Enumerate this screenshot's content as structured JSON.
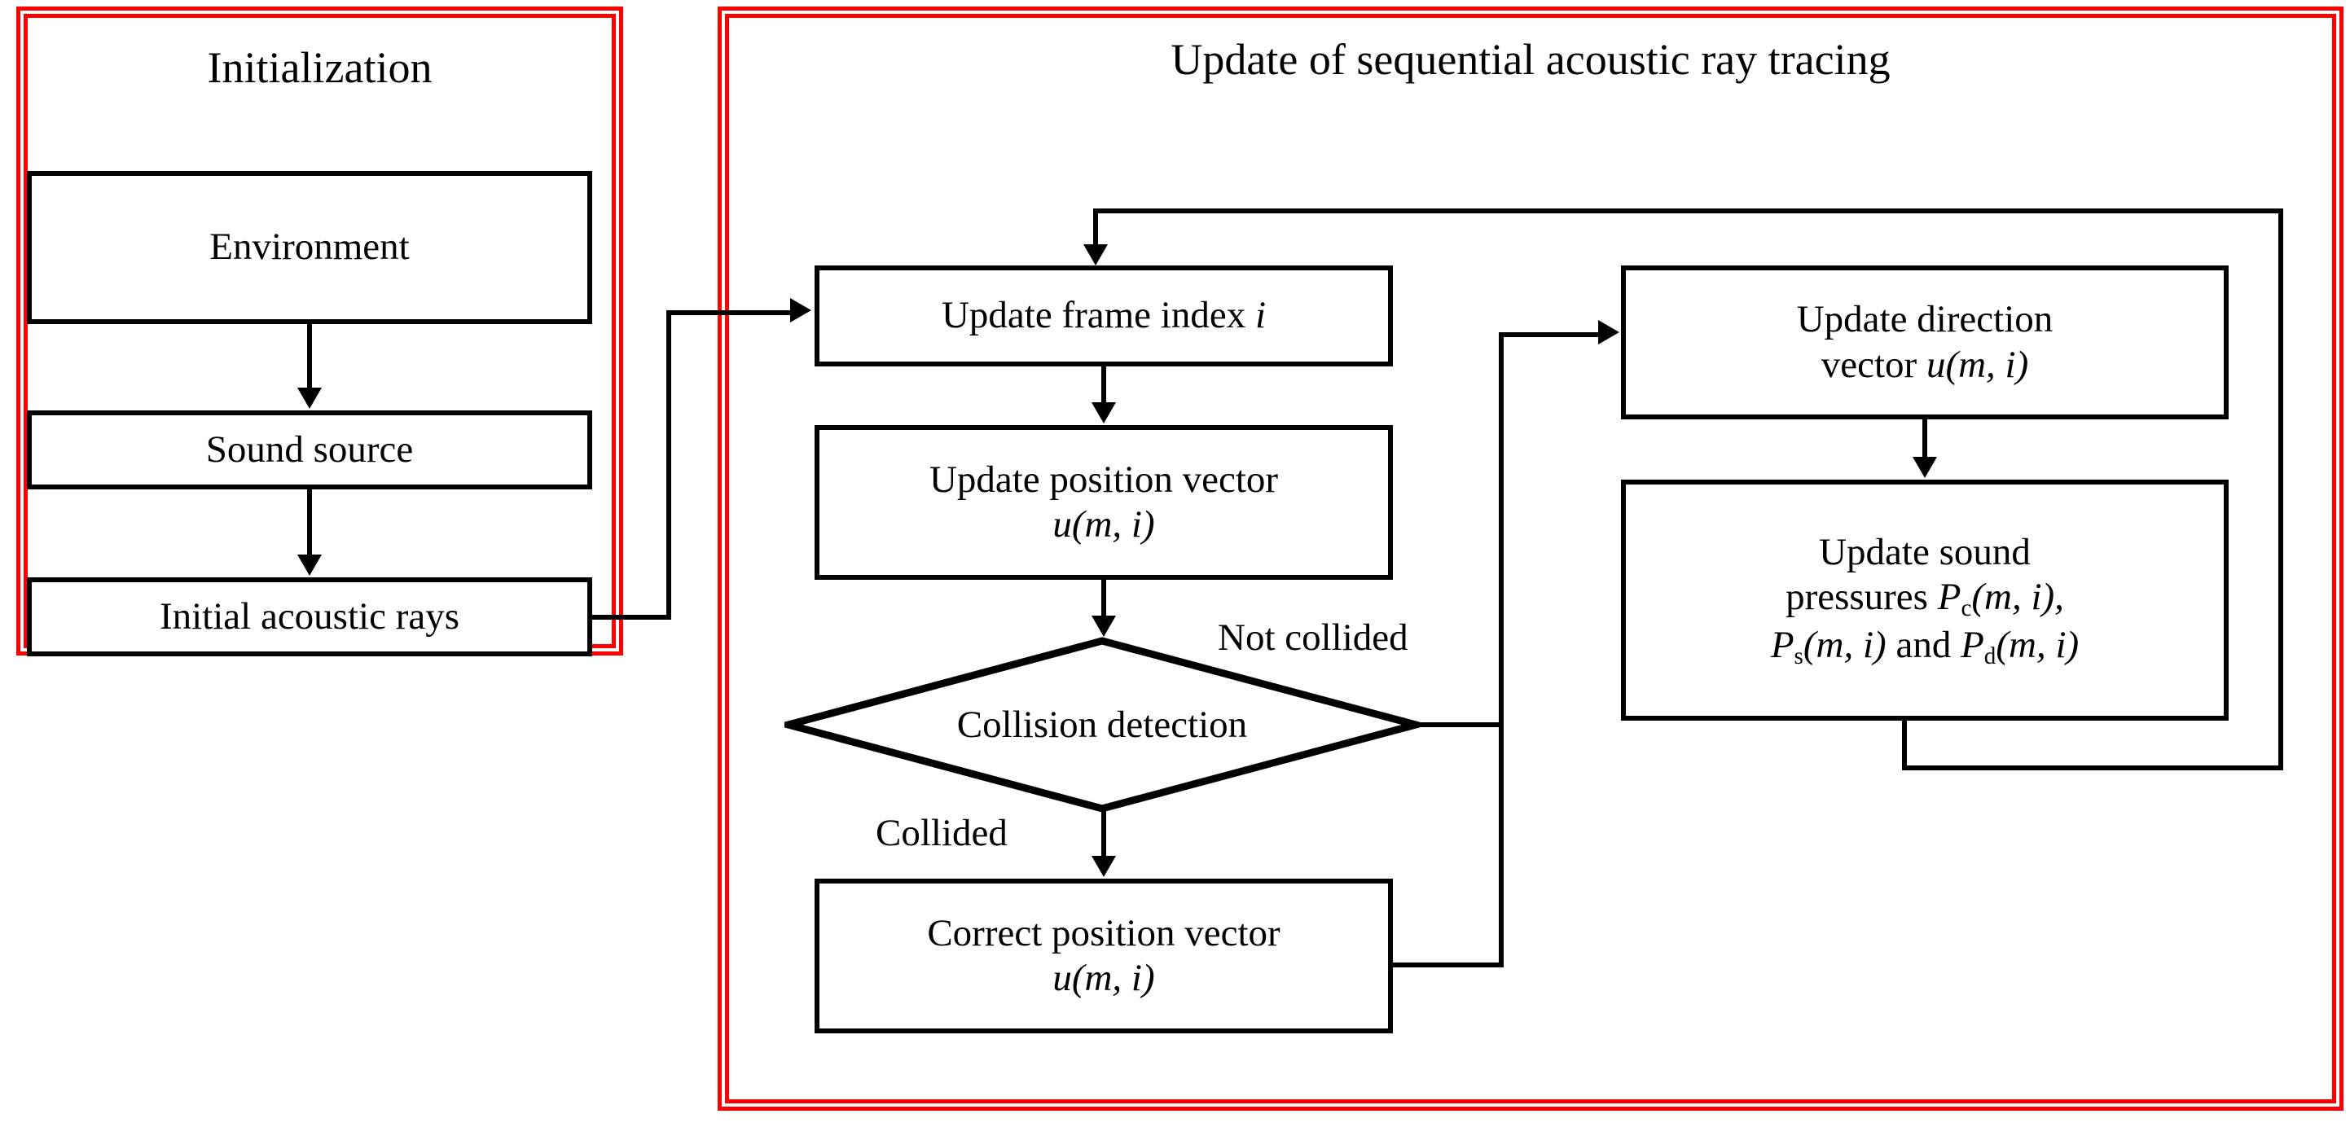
{
  "diagram": {
    "type": "flowchart",
    "title_left": "Initialization",
    "title_right": "Update of sequential acoustic ray tracing",
    "accent_color": "#FF0000",
    "line_color": "#000000",
    "background": "#FFFFFF"
  },
  "panels": {
    "initialization": {
      "title": "Initialization",
      "nodes": [
        {
          "id": "environment",
          "label": "Environment"
        },
        {
          "id": "sound-source",
          "label": "Sound source"
        },
        {
          "id": "initial-rays",
          "label": "Initial  acoustic rays"
        }
      ]
    },
    "update": {
      "title": "Update of sequential acoustic ray tracing",
      "nodes": [
        {
          "id": "update-frame-index",
          "label_pre": "Update frame index ",
          "label_var": "i"
        },
        {
          "id": "update-position",
          "line1": "Update position vector",
          "line2_var": "u(m, i)"
        },
        {
          "id": "collision-detection",
          "label": "Collision detection",
          "shape": "diamond"
        },
        {
          "id": "correct-position",
          "line1": "Correct position vector",
          "line2_var": "u(m, i)"
        },
        {
          "id": "update-direction",
          "line1": "Update direction",
          "line2_pre": "vector ",
          "line2_var": "u(m, i)"
        },
        {
          "id": "update-pressures",
          "line1": "Update sound",
          "line2_pre": "pressures ",
          "line2_sym": "P",
          "line2_sub": "c",
          "line2_args": "(m, i),",
          "line3_sym1": "P",
          "line3_sub1": "s",
          "line3_args1": "(m, i)",
          "line3_mid": " and ",
          "line3_sym2": "P",
          "line3_sub2": "d",
          "line3_args2": "(m, i)"
        }
      ],
      "edge_labels": {
        "not_collided": "Not collided",
        "collided": "Collided"
      }
    }
  }
}
